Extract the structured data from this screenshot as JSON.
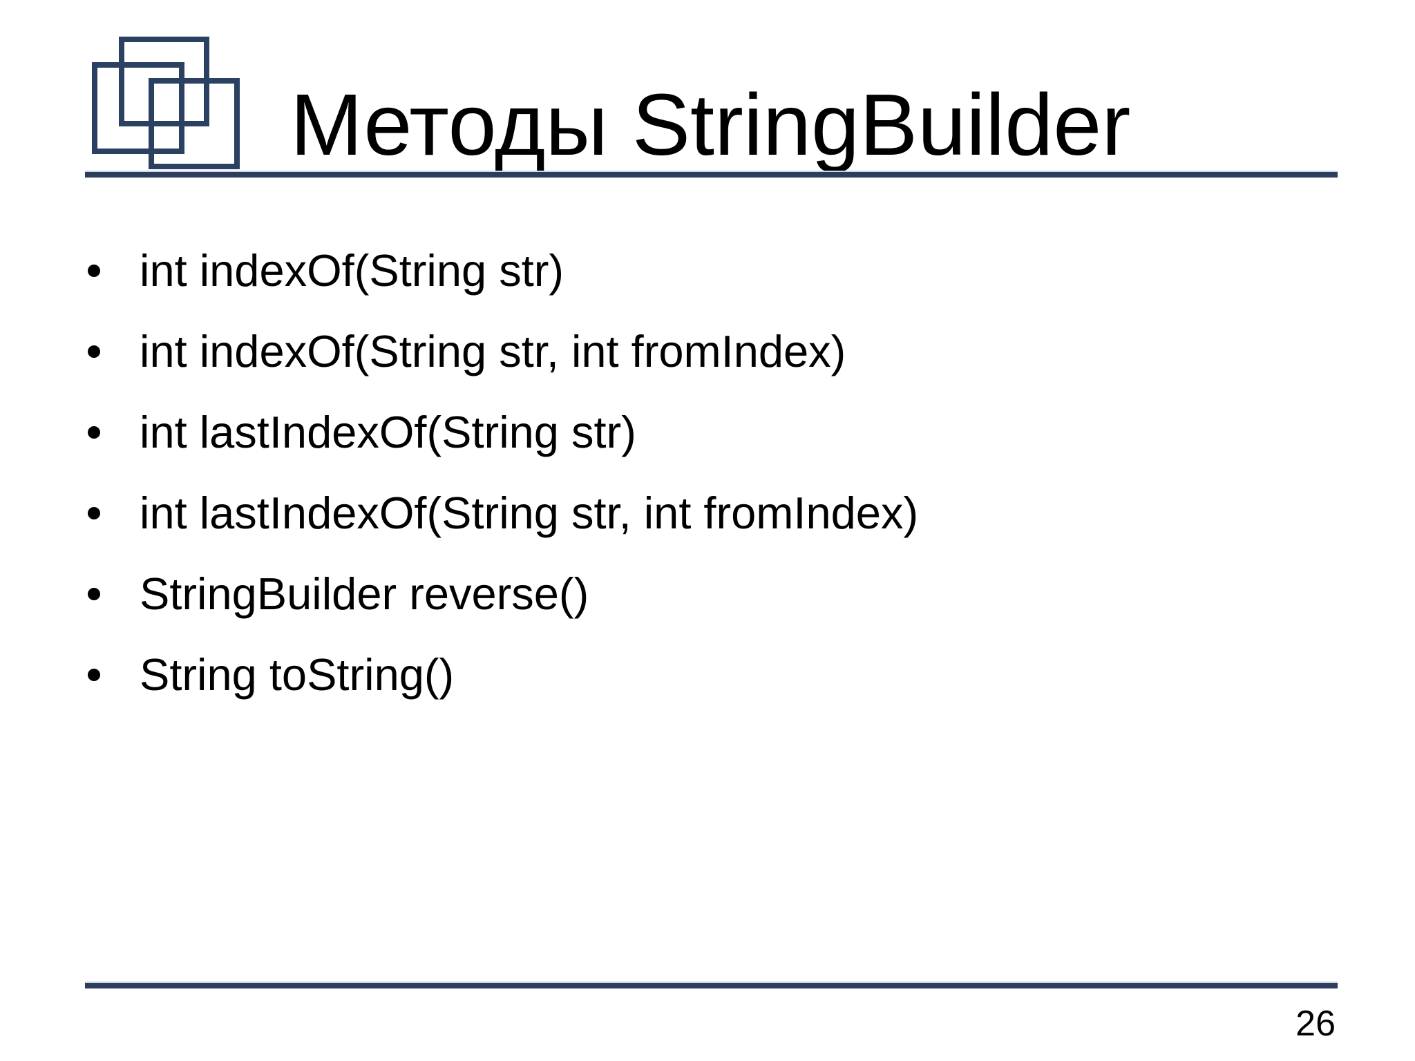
{
  "slide": {
    "title": "Методы StringBuilder",
    "bullets": [
      "int indexOf(String str)",
      "int indexOf(String str, int fromIndex)",
      "int lastIndexOf(String str)",
      "int lastIndexOf(String str, int fromIndex)",
      "StringBuilder reverse()",
      "String toString()"
    ],
    "page_number": "26",
    "logo_icon": "interlocked-squares-icon",
    "colors": {
      "logo_accent": "#2b4162",
      "rule": "#2e3d59",
      "rule_highlight": "#c9d9ec",
      "text": "#000000",
      "background": "#ffffff"
    }
  }
}
